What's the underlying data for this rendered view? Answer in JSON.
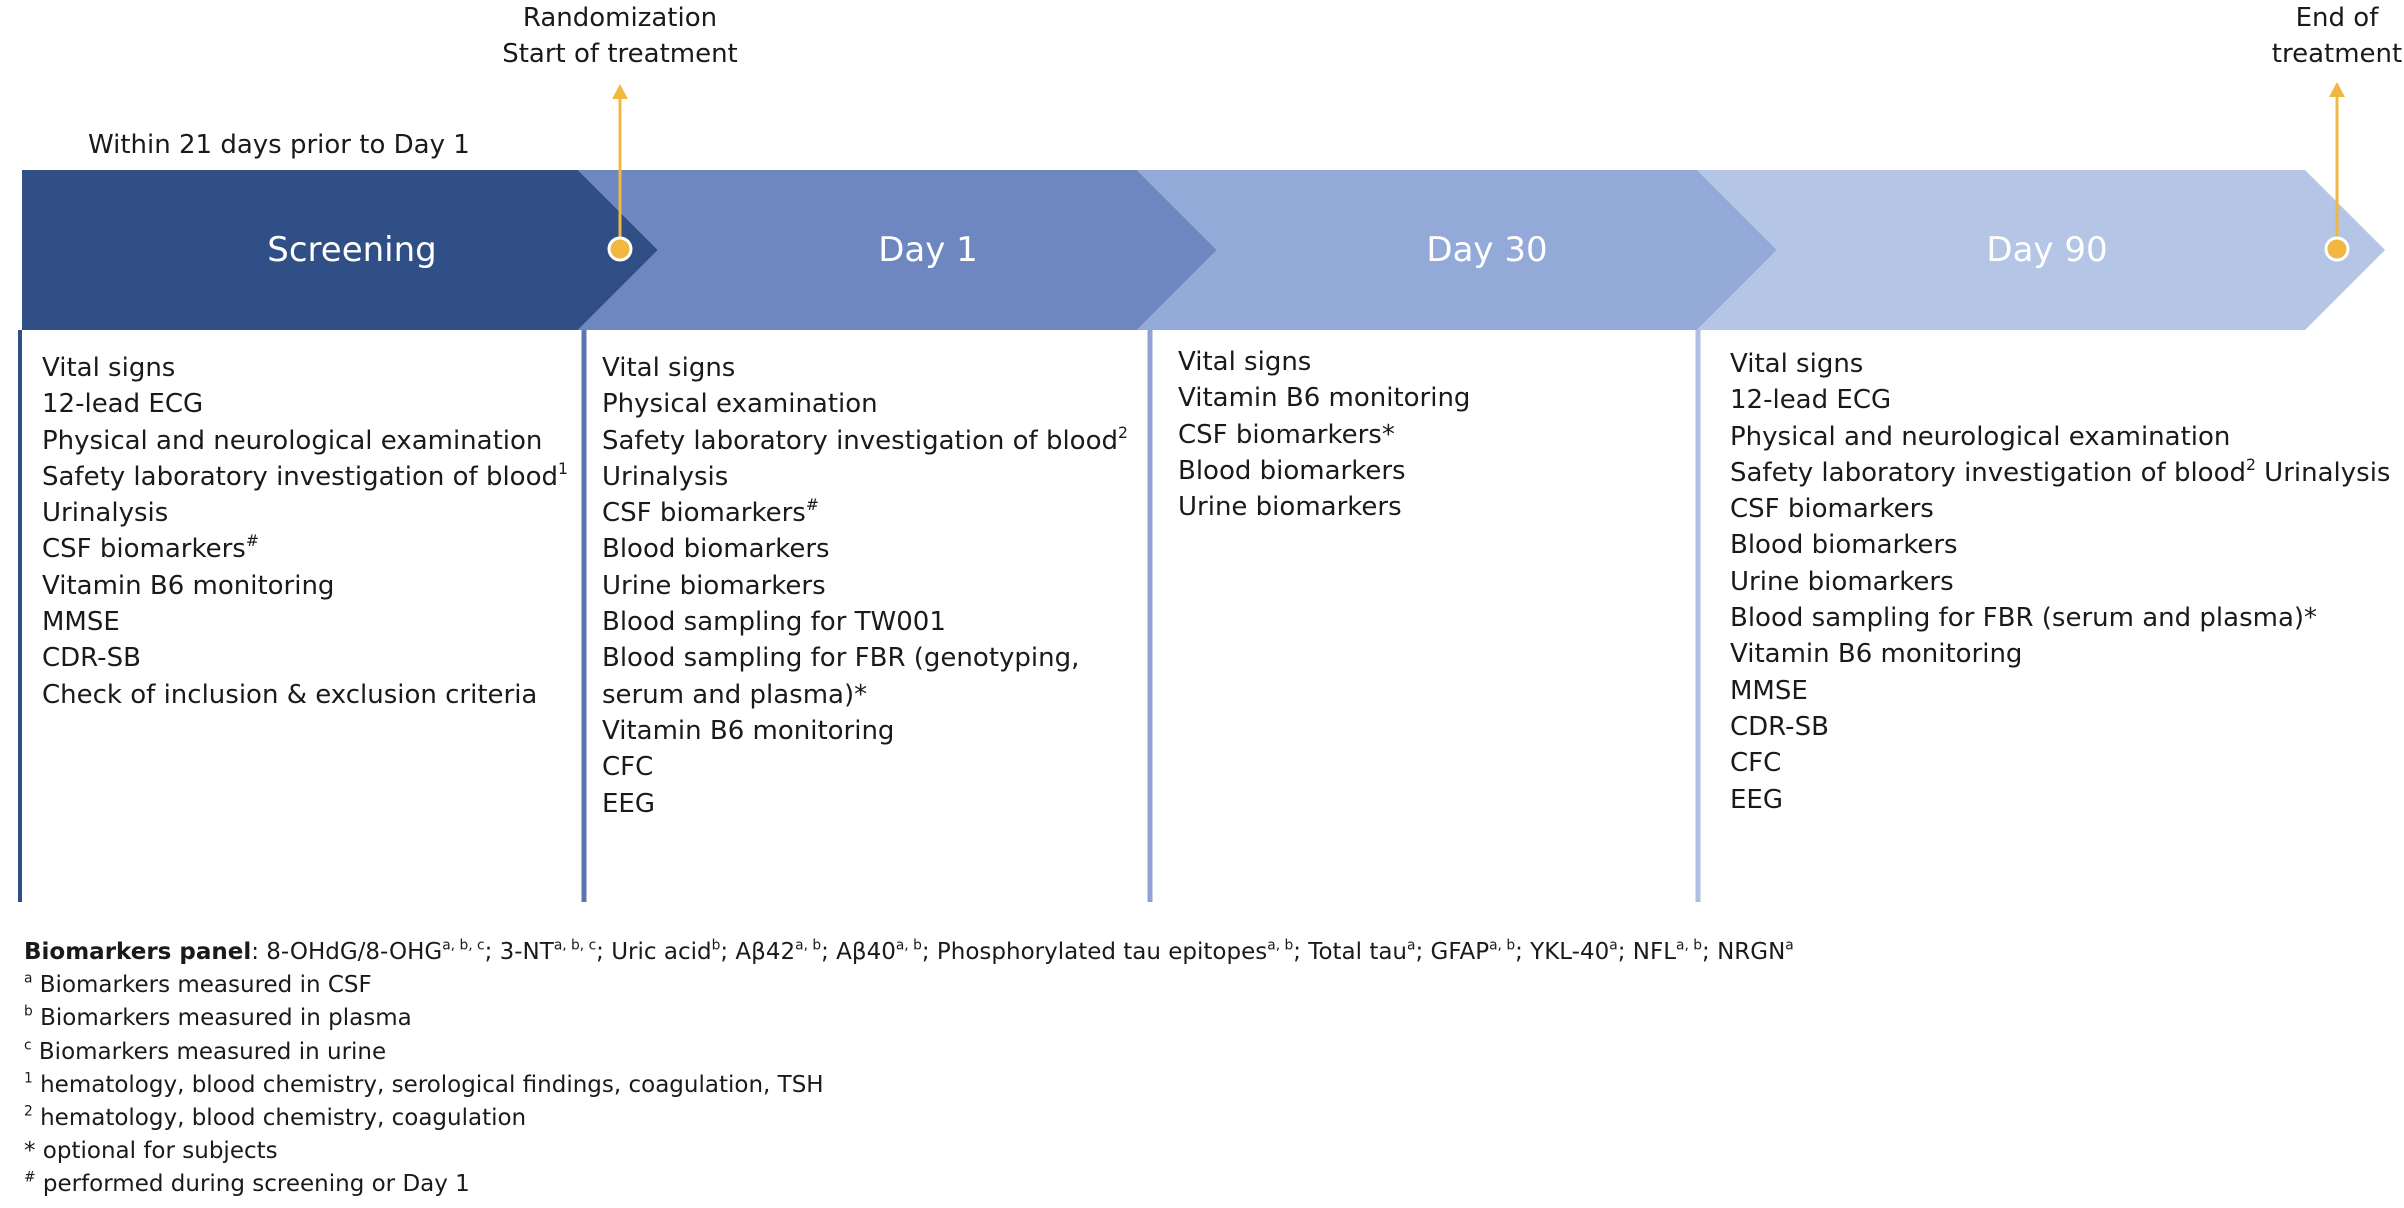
{
  "colors": {
    "screening": "#2f4f86",
    "day1": "#6e87c0",
    "day30": "#93a9d8",
    "day90": "#b4c5e6",
    "marker": "#f0b840",
    "divider_screening": "#2f4f86",
    "divider_day1": "#5b74b2",
    "divider_day30": "#8ea3d3",
    "divider_day90": "#aebfe2"
  },
  "prior_note": "Within 21 days prior to Day 1",
  "callouts": {
    "randomization": [
      "Randomization",
      "Start of treatment"
    ],
    "end": [
      "End of",
      "treatment"
    ]
  },
  "phases": [
    {
      "label": "Screening",
      "items": [
        {
          "text": "Vital signs"
        },
        {
          "text": "12-lead ECG"
        },
        {
          "text": "Physical and neurological examination"
        },
        {
          "text": "Safety laboratory investigation of blood",
          "sup": "1"
        },
        {
          "text": "Urinalysis"
        },
        {
          "text": "CSF biomarkers",
          "sup": "#"
        },
        {
          "text": "Vitamin B6 monitoring"
        },
        {
          "text": "MMSE"
        },
        {
          "text": "CDR-SB"
        },
        {
          "text": "Check of inclusion & exclusion criteria"
        }
      ]
    },
    {
      "label": "Day 1",
      "items": [
        {
          "text": "Vital signs"
        },
        {
          "text": "Physical examination"
        },
        {
          "text": "Safety laboratory investigation of blood",
          "sup": "2"
        },
        {
          "text": "Urinalysis"
        },
        {
          "text": "CSF biomarkers",
          "sup": "#"
        },
        {
          "text": "Blood biomarkers"
        },
        {
          "text": "Urine biomarkers"
        },
        {
          "text": "Blood sampling for TW001"
        },
        {
          "text": "Blood sampling for FBR (genotyping, serum and plasma)*",
          "wrap": true
        },
        {
          "text": "Vitamin B6 monitoring"
        },
        {
          "text": "CFC"
        },
        {
          "text": "EEG"
        }
      ]
    },
    {
      "label": "Day 30",
      "items": [
        {
          "text": "Vital signs"
        },
        {
          "text": "Vitamin B6 monitoring"
        },
        {
          "text": "CSF biomarkers*"
        },
        {
          "text": "Blood biomarkers"
        },
        {
          "text": "Urine biomarkers"
        }
      ]
    },
    {
      "label": "Day 90",
      "items": [
        {
          "text": "Vital signs"
        },
        {
          "text": "12-lead ECG"
        },
        {
          "text": "Physical and neurological examination"
        },
        {
          "text": "Safety laboratory investigation of blood",
          "sup": "2",
          "after": " Urinalysis"
        },
        {
          "text": "CSF biomarkers"
        },
        {
          "text": "Blood biomarkers"
        },
        {
          "text": "Urine biomarkers"
        },
        {
          "text": "Blood sampling for FBR (serum and plasma)*"
        },
        {
          "text": "Vitamin B6 monitoring"
        },
        {
          "text": "MMSE"
        },
        {
          "text": "CDR-SB"
        },
        {
          "text": "CFC"
        },
        {
          "text": "EEG"
        }
      ]
    }
  ],
  "footer": {
    "panel_label": "Biomarkers panel",
    "panel_items": [
      {
        "text": "8-OHdG/8-OHG",
        "sup": "a, b, c"
      },
      {
        "text": "3-NT",
        "sup": "a, b, c"
      },
      {
        "text": "Uric acid",
        "sup": "b"
      },
      {
        "text": "Aβ42",
        "sup": "a, b"
      },
      {
        "text": "Aβ40",
        "sup": "a, b"
      },
      {
        "text": "Phosphorylated tau epitopes",
        "sup": "a, b"
      },
      {
        "text": "Total tau",
        "sup": "a"
      },
      {
        "text": "GFAP",
        "sup": "a, b"
      },
      {
        "text": "YKL-40",
        "sup": "a"
      },
      {
        "text": "NFL",
        "sup": "a, b"
      },
      {
        "text": "NRGN",
        "sup": "a"
      }
    ],
    "notes": [
      {
        "mark": "a",
        "text": " Biomarkers measured in CSF"
      },
      {
        "mark": "b",
        "text": " Biomarkers measured in plasma"
      },
      {
        "mark": "c",
        "text": " Biomarkers measured in urine"
      },
      {
        "mark": "1",
        "text": " hematology, blood chemistry, serological findings, coagulation, TSH"
      },
      {
        "mark": "2",
        "text": " hematology, blood chemistry, coagulation"
      },
      {
        "mark": "",
        "text": "* optional for subjects"
      },
      {
        "mark": "#",
        "text": " performed during screening or Day 1"
      }
    ]
  }
}
